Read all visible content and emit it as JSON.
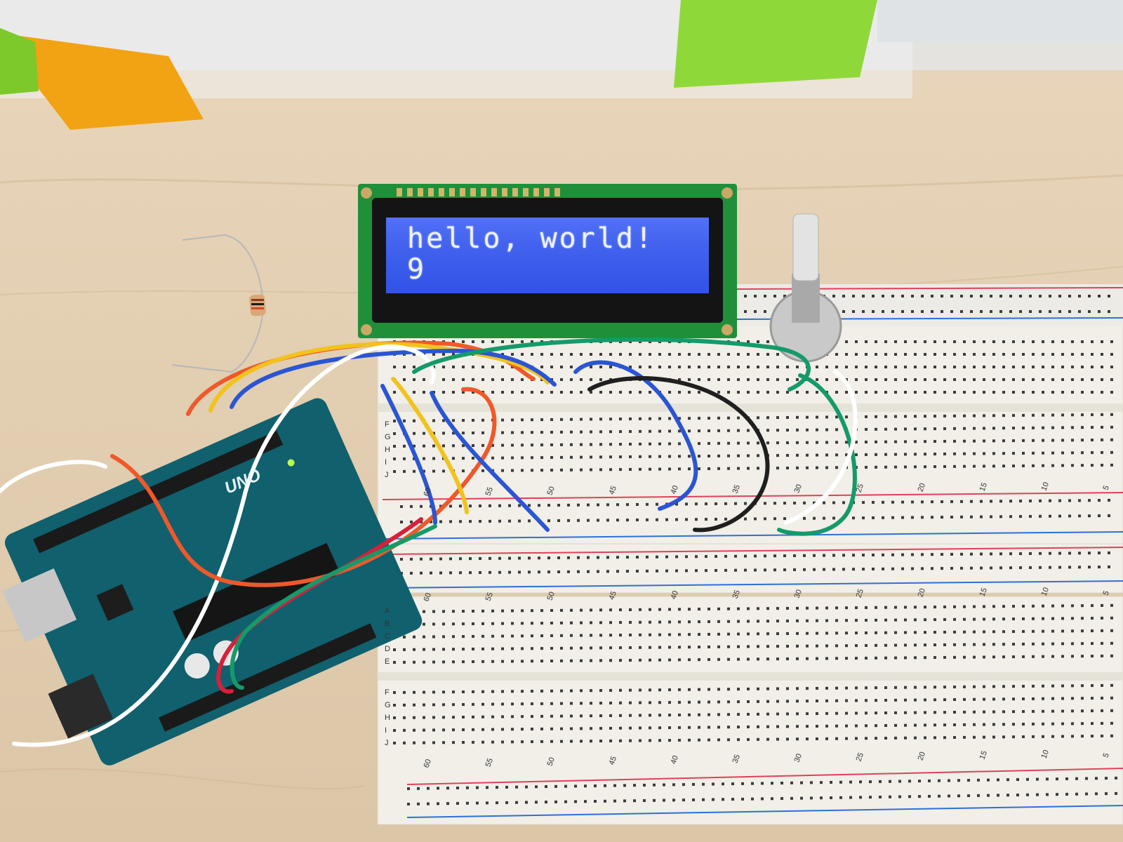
{
  "lcd": {
    "line1": "hello, world!",
    "line2": "9",
    "backlight_color": "#3a5cf0",
    "pcb_color": "#1f8f3a"
  },
  "arduino": {
    "board_label": "UNO",
    "board_color": "#11606e"
  },
  "breadboard": {
    "color": "#f1efe8",
    "rail_red": "#e0405a",
    "rail_blue": "#2f6fd8",
    "column_numbers": [
      "60",
      "55",
      "50",
      "45",
      "40",
      "35",
      "30",
      "25",
      "20",
      "15",
      "10",
      "5"
    ],
    "row_letters_top": [
      "F",
      "G",
      "H",
      "I",
      "J"
    ],
    "row_letters_bottom": [
      "A",
      "B",
      "C",
      "D",
      "E"
    ]
  },
  "wire_colors": [
    "#f0582a",
    "#f2c21d",
    "#2a55d4",
    "#ffffff",
    "#1f1f1f",
    "#159a6a",
    "#d8203a"
  ]
}
